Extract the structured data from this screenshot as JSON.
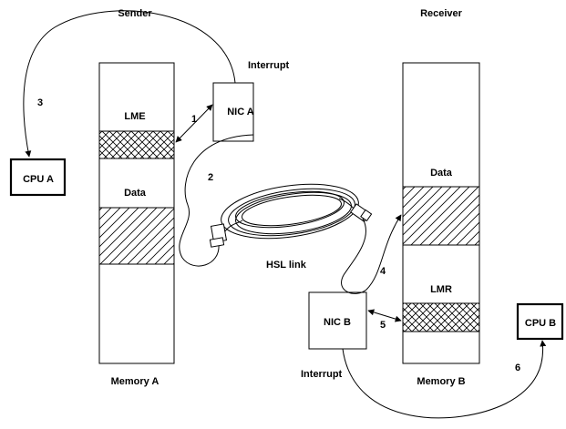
{
  "sender": {
    "title": "Sender",
    "memory_label": "Memory A",
    "lme_label": "LME",
    "data_label": "Data",
    "nic_label": "NIC A",
    "cpu_label": "CPU A",
    "interrupt_label": "Interrupt"
  },
  "receiver": {
    "title": "Receiver",
    "memory_label": "Memory B",
    "data_label": "Data",
    "lmr_label": "LMR",
    "nic_label": "NIC B",
    "cpu_label": "CPU B",
    "interrupt_label": "Interrupt"
  },
  "link": {
    "label": "HSL link"
  },
  "steps": [
    "1",
    "2",
    "3",
    "4",
    "5",
    "6"
  ],
  "colors": {
    "stroke": "#000000",
    "background": "#ffffff"
  }
}
